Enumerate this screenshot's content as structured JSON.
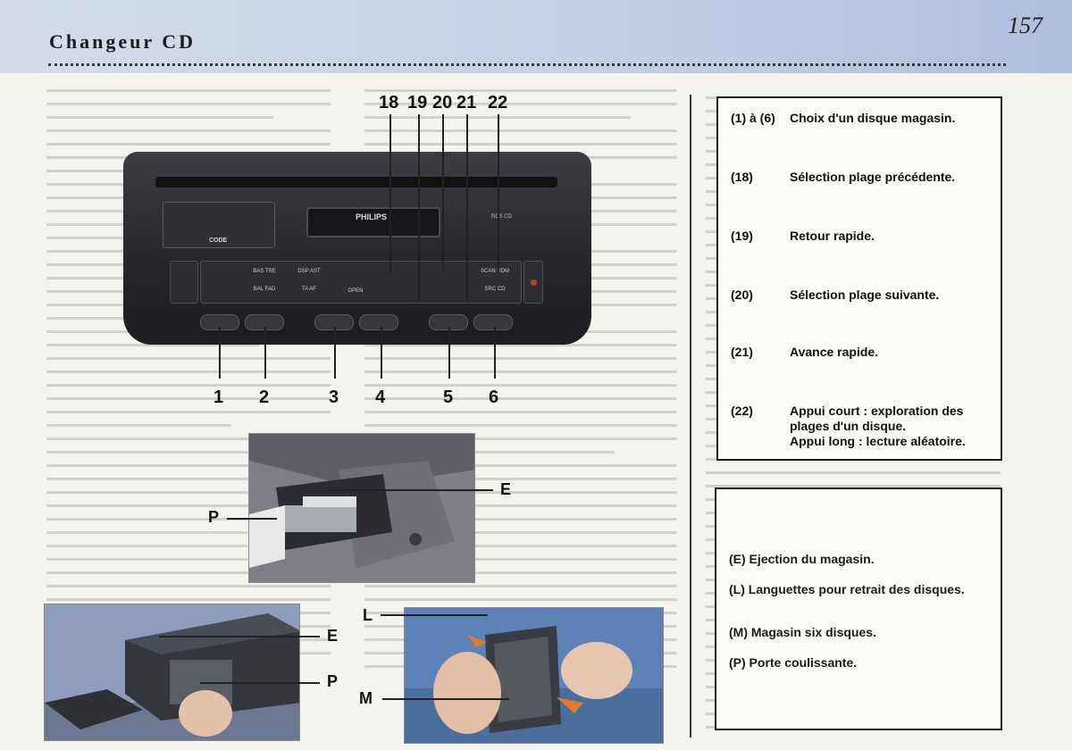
{
  "header": {
    "title": "Changeur CD",
    "page_number": "157"
  },
  "radio": {
    "brand": "PHILIPS",
    "code_label": "CODE",
    "buttons": {
      "bas_tre": "BAS TRE",
      "bal_fad": "BAL FAD",
      "dsp_ast": "DSP AST",
      "ta_af": "TA AF",
      "open": "OPEN",
      "scan_rdm": "SCAN RDM",
      "src_cd": "SRC CD"
    }
  },
  "callouts_top": [
    "18",
    "19",
    "20",
    "21",
    "22"
  ],
  "callouts_bottom": [
    "1",
    "2",
    "3",
    "4",
    "5",
    "6"
  ],
  "photo1_labels": {
    "e": "E",
    "p": "P"
  },
  "photo2_labels": {
    "e": "E",
    "p": "P"
  },
  "photo3_labels": {
    "l": "L",
    "m": "M"
  },
  "legend_top": [
    {
      "key": "(1) à (6)",
      "text": "Choix d'un disque magasin."
    },
    {
      "key": "(18)",
      "text": "Sélection plage précédente."
    },
    {
      "key": "(19)",
      "text": "Retour rapide."
    },
    {
      "key": "(20)",
      "text": "Sélection plage suivante."
    },
    {
      "key": "(21)",
      "text": "Avance rapide."
    },
    {
      "key": "(22)",
      "text": "Appui court : exploration des plages d'un disque.",
      "text2": "Appui long : lecture aléatoire."
    }
  ],
  "legend_bottom": [
    {
      "text": "(E) Ejection du magasin."
    },
    {
      "text": "(L) Languettes pour retrait des disques."
    },
    {
      "text": "(M) Magasin six disques."
    },
    {
      "text": "(P) Porte coulissante."
    }
  ]
}
